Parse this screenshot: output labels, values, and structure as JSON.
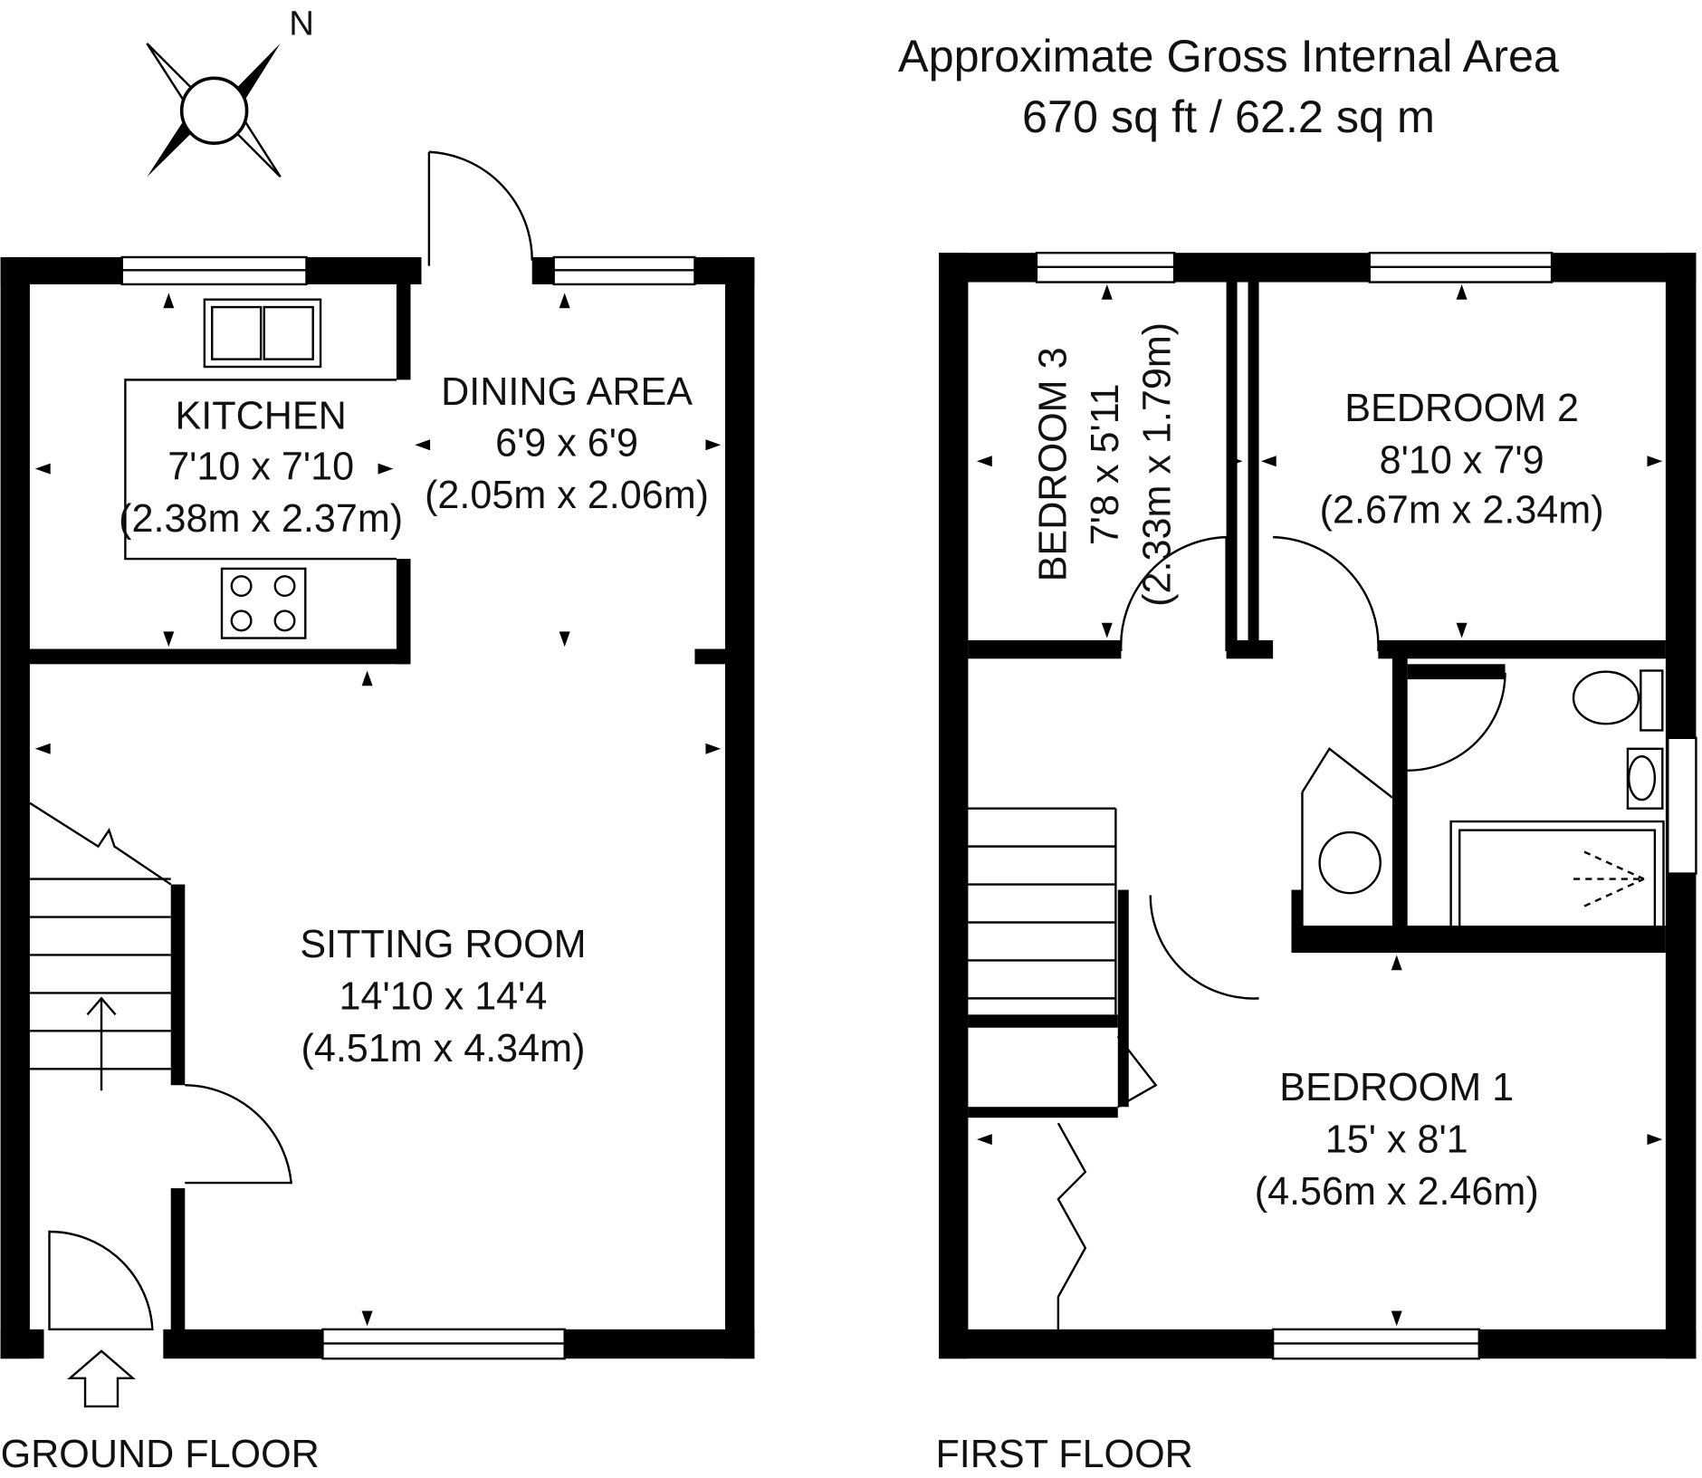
{
  "header": {
    "area_title": "Approximate Gross Internal Area",
    "area_value": "670 sq ft / 62.2 sq m"
  },
  "compass": {
    "label": "N"
  },
  "ground_floor": {
    "label": "GROUND FLOOR",
    "rooms": [
      {
        "name": "KITCHEN",
        "imperial": "7'10 x 7'10",
        "metric": "(2.38m x 2.37m)"
      },
      {
        "name": "DINING AREA",
        "imperial": "6'9 x 6'9",
        "metric": "(2.05m x 2.06m)"
      },
      {
        "name": "SITTING ROOM",
        "imperial": "14'10 x 14'4",
        "metric": "(4.51m x 4.34m)"
      }
    ]
  },
  "first_floor": {
    "label": "FIRST FLOOR",
    "rooms": [
      {
        "name": "BEDROOM 3",
        "imperial": "7'8 x 5'11",
        "metric": "(2.33m x 1.79m)"
      },
      {
        "name": "BEDROOM 2",
        "imperial": "8'10 x 7'9",
        "metric": "(2.67m x 2.34m)"
      },
      {
        "name": "BEDROOM 1",
        "imperial": "15' x 8'1",
        "metric": "(4.56m x 2.46m)"
      }
    ]
  }
}
